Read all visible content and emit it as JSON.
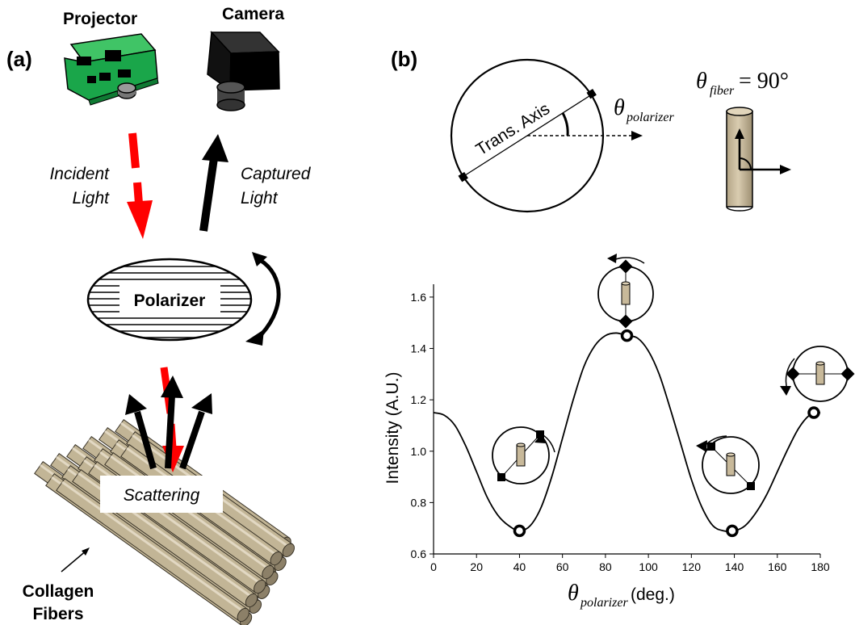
{
  "panel_a": {
    "label": "(a)",
    "projector_label": "Projector",
    "camera_label": "Camera",
    "incident_line1": "Incident",
    "incident_line2": "Light",
    "captured_line1": "Captured",
    "captured_line2": "Light",
    "polarizer_label": "Polarizer",
    "scattering_label": "Scattering",
    "collagen_line1": "Collagen",
    "collagen_line2": "Fibers"
  },
  "panel_b": {
    "label": "(b)",
    "trans_axis_label": "Trans. Axis",
    "theta_symbol": "θ",
    "theta_polarizer_sub": "polarizer",
    "theta_fiber_sub": "fiber",
    "theta_fiber_value": " = 90°"
  },
  "colors": {
    "incident_arrow": "#ff0000",
    "projector_green": "#1aa64a",
    "fiber_tan": "#c8b99a"
  },
  "chart_data": {
    "type": "line",
    "title": "",
    "xlabel_symbol": "θ",
    "xlabel_sub": "polarizer",
    "xlabel_unit": " (deg.)",
    "ylabel": "Intensity (A.U.)",
    "xlim": [
      0,
      180
    ],
    "ylim": [
      0.6,
      1.65
    ],
    "x_ticks": [
      0,
      20,
      40,
      60,
      80,
      100,
      120,
      140,
      160,
      180
    ],
    "y_ticks": [
      0.6,
      0.8,
      1.0,
      1.2,
      1.4,
      1.6
    ],
    "x_tick_labels": [
      "0",
      "20",
      "40",
      "60",
      "80",
      "100",
      "120",
      "140",
      "160",
      "180"
    ],
    "y_tick_labels": [
      "0.6",
      "0.8",
      "1.0",
      "1.2",
      "1.4",
      "1.6"
    ],
    "series": [
      {
        "x": [
          0,
          5,
          10,
          15,
          20,
          25,
          30,
          35,
          40,
          45,
          50,
          55,
          60,
          65,
          70,
          75,
          80,
          85,
          90,
          95,
          100,
          105,
          110,
          115,
          120,
          125,
          130,
          135,
          140,
          145,
          150,
          155,
          160,
          165,
          170,
          175,
          180
        ],
        "values": [
          1.15,
          1.14,
          1.1,
          1.02,
          0.92,
          0.82,
          0.75,
          0.71,
          0.69,
          0.71,
          0.78,
          0.9,
          1.05,
          1.2,
          1.33,
          1.41,
          1.45,
          1.46,
          1.45,
          1.44,
          1.39,
          1.3,
          1.17,
          1.03,
          0.89,
          0.78,
          0.71,
          0.69,
          0.69,
          0.71,
          0.76,
          0.83,
          0.92,
          1.01,
          1.09,
          1.14,
          1.15
        ]
      }
    ],
    "highlighted_points": [
      {
        "x": 40,
        "y": 0.69
      },
      {
        "x": 90,
        "y": 1.45
      },
      {
        "x": 139,
        "y": 0.69
      },
      {
        "x": 177,
        "y": 1.15
      }
    ]
  }
}
